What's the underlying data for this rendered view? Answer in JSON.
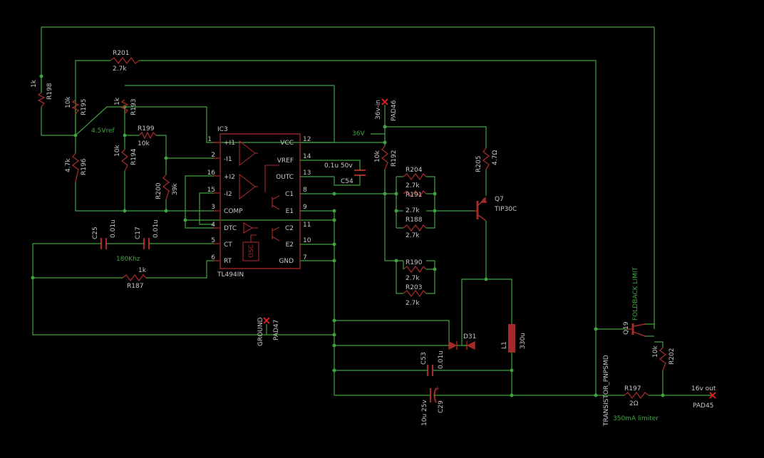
{
  "colors": {
    "background": "#000000",
    "wire": "#3fa33f",
    "component": "#a52a2a",
    "label": "#c8c8c8",
    "net_label": "#3fa33f",
    "pad": "#d02020"
  },
  "ic": {
    "name": "IC3",
    "part": "TL494IN",
    "pins_left": [
      {
        "num": "1",
        "label": "+I1"
      },
      {
        "num": "2",
        "label": "-I1"
      },
      {
        "num": "16",
        "label": "+I2"
      },
      {
        "num": "15",
        "label": "-I2"
      },
      {
        "num": "3",
        "label": "COMP"
      },
      {
        "num": "4",
        "label": "DTC"
      },
      {
        "num": "5",
        "label": "CT"
      },
      {
        "num": "6",
        "label": "RT"
      }
    ],
    "pins_right": [
      {
        "num": "12",
        "label": "VCC"
      },
      {
        "num": "14",
        "label": "VREF"
      },
      {
        "num": "13",
        "label": "OUTC"
      },
      {
        "num": "8",
        "label": "C1"
      },
      {
        "num": "9",
        "label": "E1"
      },
      {
        "num": "11",
        "label": "C2"
      },
      {
        "num": "10",
        "label": "E2"
      },
      {
        "num": "7",
        "label": "GND"
      }
    ],
    "osc_label": "OSC"
  },
  "resistors": {
    "r198": {
      "name": "R198",
      "value": "1k"
    },
    "r201": {
      "name": "R201",
      "value": "2.7k"
    },
    "r195": {
      "name": "R195",
      "value": "10k"
    },
    "r193": {
      "name": "R193",
      "value": "1k"
    },
    "r199": {
      "name": "R199",
      "value": "10k"
    },
    "r196": {
      "name": "R196",
      "value": "4.7k"
    },
    "r194": {
      "name": "R194",
      "value": "10k"
    },
    "r200": {
      "name": "R200",
      "value": "39k"
    },
    "r187": {
      "name": "R187",
      "value": "1k"
    },
    "r192": {
      "name": "R192",
      "value": "10k"
    },
    "r204": {
      "name": "R204",
      "value": "2.7k"
    },
    "r191": {
      "name": "R191",
      "value": "2.7k"
    },
    "r188": {
      "name": "R188",
      "value": "2.7k"
    },
    "r190": {
      "name": "R190",
      "value": "2.7k"
    },
    "r203": {
      "name": "R203",
      "value": "2.7k"
    },
    "r205": {
      "name": "R205",
      "value": "4.7Ω"
    },
    "r202": {
      "name": "R202",
      "value": "10k"
    },
    "r197": {
      "name": "R197",
      "value": "2Ω"
    }
  },
  "capacitors": {
    "c25": {
      "name": "C25",
      "value": "0.01u"
    },
    "c17": {
      "name": "C17",
      "value": "0.01u"
    },
    "c54": {
      "name": "C54",
      "value": "0.1u 50v"
    },
    "c53": {
      "name": "C53",
      "value": "0.01u"
    },
    "c29": {
      "name": "C29",
      "value": "10u 25v"
    }
  },
  "semis": {
    "q7": {
      "name": "Q7",
      "part": "TIP30C"
    },
    "q19": {
      "name": "Q19",
      "part": "TRANSISTOR_PNPSMD"
    },
    "d31": {
      "name": "D31"
    },
    "l1": {
      "name": "L1",
      "value": "330u"
    }
  },
  "pads": {
    "pad46": {
      "name": "PAD46",
      "label": "36v-in"
    },
    "pad47": {
      "name": "PAD47",
      "label": "GROUND"
    },
    "pad45": {
      "name": "PAD45",
      "label": "16v out"
    }
  },
  "net_labels": {
    "vref": "4.5Vref",
    "v36": "36V",
    "freq": "180Khz",
    "limiter": "350mA limiter",
    "foldback": "FOLDBACK LIMIT"
  }
}
